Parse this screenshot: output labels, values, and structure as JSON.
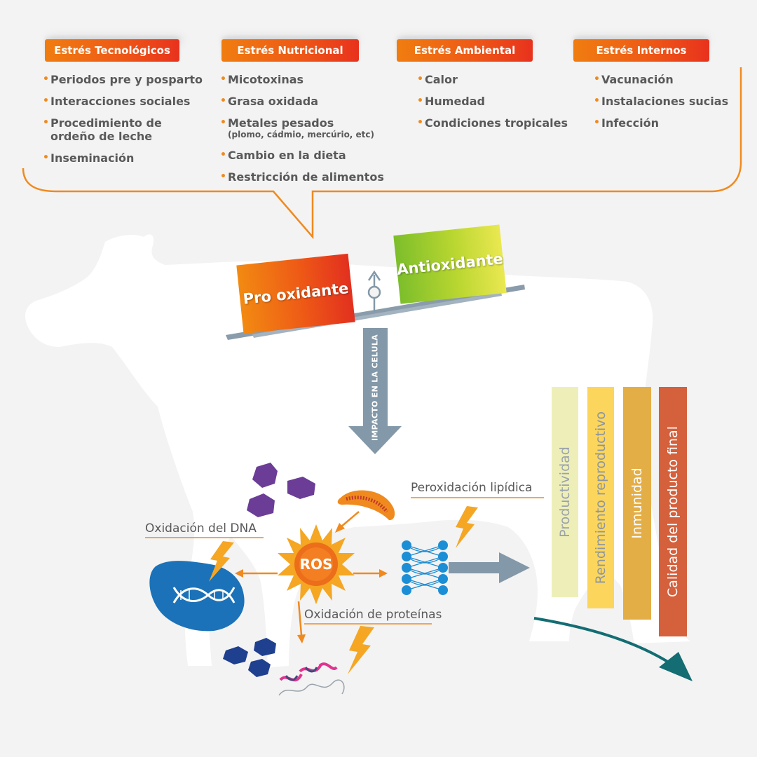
{
  "stress_groups": [
    {
      "title": "Estrés Tecnológicos",
      "items": [
        {
          "text": "Periodos pre y posparto"
        },
        {
          "text": "Interacciones sociales"
        },
        {
          "text": "Procedimiento de ordeño de leche"
        },
        {
          "text": "Inseminación"
        }
      ]
    },
    {
      "title": "Estrés Nutricional",
      "items": [
        {
          "text": "Micotoxinas"
        },
        {
          "text": "Grasa oxidada"
        },
        {
          "text": "Metales pesados",
          "sub": "(plomo, cádmio, mercúrio, etc)"
        },
        {
          "text": "Cambio en la dieta"
        },
        {
          "text": "Restricción de alimentos"
        }
      ]
    },
    {
      "title": "Estrés Ambiental",
      "items": [
        {
          "text": "Calor"
        },
        {
          "text": "Humedad"
        },
        {
          "text": "Condiciones tropicales"
        }
      ]
    },
    {
      "title": "Estrés Internos",
      "items": [
        {
          "text": "Vacunación"
        },
        {
          "text": "Instalaciones sucias"
        },
        {
          "text": "Infección"
        }
      ]
    }
  ],
  "balance": {
    "pro": "Pro oxidante",
    "anti": "Antioxidante"
  },
  "impact": "IMPACTO EN LA CELULA",
  "ros": "ROS",
  "labels": {
    "lipid": "Peroxidación lipídica",
    "dna": "Oxidación del DNA",
    "protein": "Oxidación de proteínas"
  },
  "bars": [
    {
      "label": "Productividad",
      "color": "#eeefb8",
      "text_color": "#9aa3ab"
    },
    {
      "label": "Rendimiento reproductivo",
      "color": "#fcd65c",
      "text_color": "#8d969e"
    },
    {
      "label": "Inmunidad",
      "color": "#e4ae47",
      "text_color": "#ffffff"
    },
    {
      "label": "Calidad del producto final",
      "color": "#d4603c",
      "text_color": "#ffffff"
    }
  ],
  "colors": {
    "accent": "#f08a1e",
    "steel": "#8398a8",
    "teal": "#136d73"
  }
}
